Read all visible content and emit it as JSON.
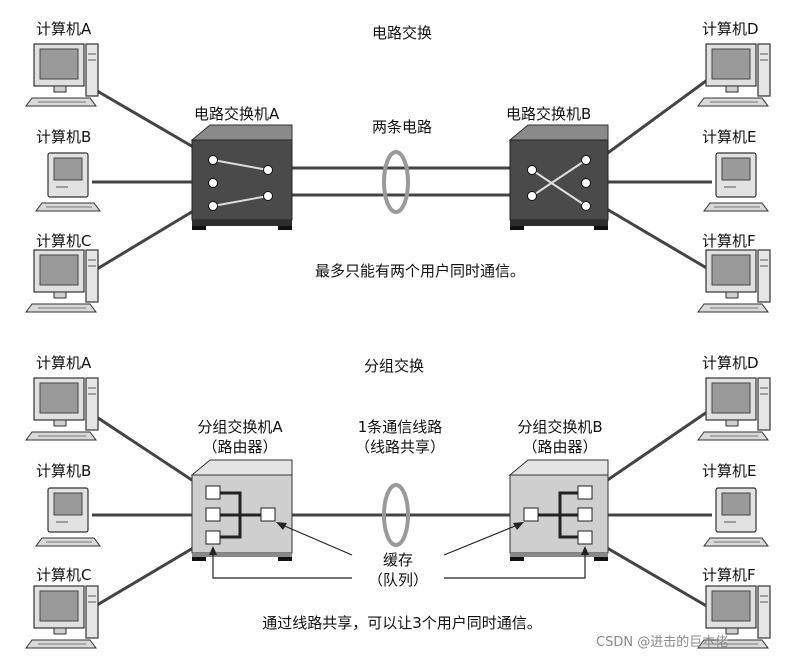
{
  "top": {
    "title": "电路交换",
    "computers_left": [
      "计算机A",
      "计算机B",
      "计算机C"
    ],
    "computers_right": [
      "计算机D",
      "计算机E",
      "计算机F"
    ],
    "switch_a": "电路交换机A",
    "switch_b": "电路交换机B",
    "link_label": "两条电路",
    "note": "最多只能有两个用户同时通信。"
  },
  "bottom": {
    "title": "分组交换",
    "computers_left": [
      "计算机A",
      "计算机B",
      "计算机C"
    ],
    "computers_right": [
      "计算机D",
      "计算机E",
      "计算机F"
    ],
    "router_a_line1": "分组交换机A",
    "router_a_line2": "（路由器）",
    "router_b_line1": "分组交换机B",
    "router_b_line2": "（路由器）",
    "link_line1": "1条通信线路",
    "link_line2": "（线路共享）",
    "buffer_line1": "缓存",
    "buffer_line2": "（队列）",
    "note": "通过线路共享，可以让3个用户同时通信。"
  },
  "watermark": "CSDN @进击的巨本佬",
  "colors": {
    "circuit_switch": "#4a4a4a",
    "packet_switch": "#cfcfcf",
    "line": "#444444",
    "ring": "#9a9a9a"
  }
}
